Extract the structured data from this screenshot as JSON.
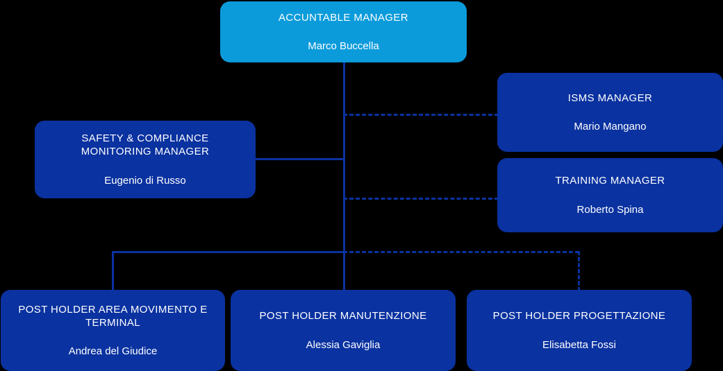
{
  "diagram": {
    "type": "organizational-chart",
    "colors": {
      "background": "#000000",
      "root_node": "#0b9bdb",
      "node": "#0a32a0",
      "connector": "#0a32a0",
      "text": "#ffffff"
    },
    "nodes": {
      "accountable_manager": {
        "title": "ACCUNTABLE MANAGER",
        "person": "Marco Buccella"
      },
      "isms_manager": {
        "title": "ISMS MANAGER",
        "person": "Mario Mangano"
      },
      "training_manager": {
        "title": "TRAINING MANAGER",
        "person": "Roberto Spina"
      },
      "safety_compliance_manager": {
        "title": "SAFETY & COMPLIANCE\nMONITORING MANAGER",
        "person": "Eugenio di Russo"
      },
      "post_holder_movimento": {
        "title": "POST HOLDER AREA MOVIMENTO E TERMINAL",
        "person": "Andrea del Giudice"
      },
      "post_holder_manutenzione": {
        "title": "POST HOLDER MANUTENZIONE",
        "person": "Alessia Gaviglia"
      },
      "post_holder_progettazione": {
        "title": "POST HOLDER PROGETTAZIONE",
        "person": "Elisabetta Fossi"
      }
    },
    "connectors": [
      {
        "name": "trunk-from-accountable-manager",
        "style": "solid"
      },
      {
        "name": "branch-to-safety-compliance-manager",
        "style": "solid"
      },
      {
        "name": "branch-to-isms-manager",
        "style": "dashed"
      },
      {
        "name": "branch-to-training-manager",
        "style": "dashed"
      },
      {
        "name": "bus-to-post-holders",
        "style": "solid"
      },
      {
        "name": "drop-to-post-holder-movimento",
        "style": "solid"
      },
      {
        "name": "drop-to-post-holder-manutenzione",
        "style": "solid"
      },
      {
        "name": "branch-to-post-holder-progettazione",
        "style": "dashed"
      }
    ]
  }
}
